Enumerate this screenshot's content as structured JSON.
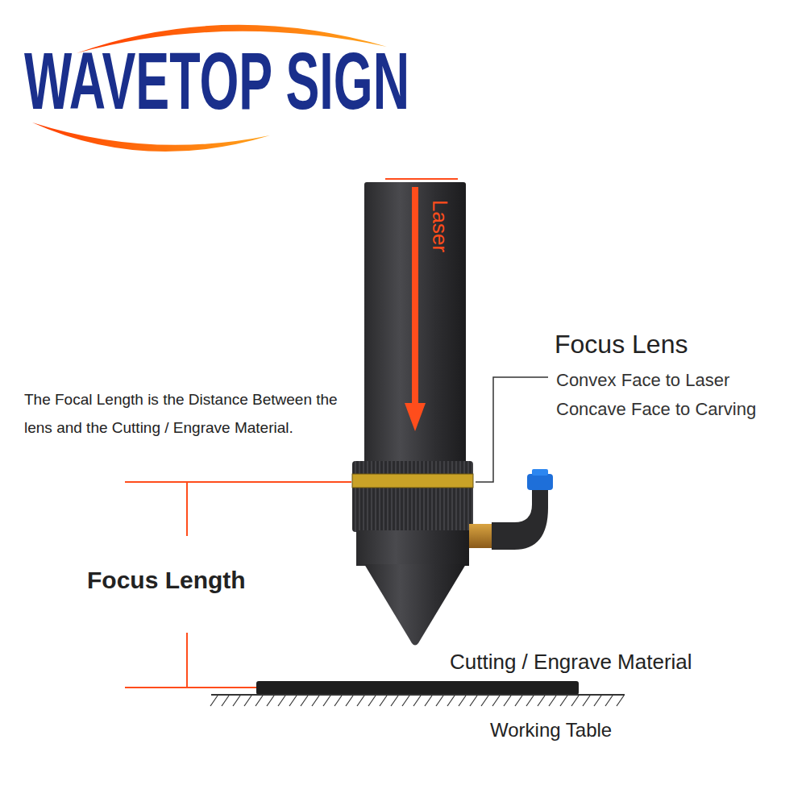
{
  "diagram": {
    "labels": [
      "WAVETOP SIGN",
      "Laser",
      "Focus Lens",
      "Convex Face to Laser",
      "Concave Face to Carving",
      "The Focal Length is the Distance Between the lens and the Cutting / Engrave Material.",
      "Focus Length",
      "Cutting / Engrave Material",
      "Working Table"
    ]
  }
}
